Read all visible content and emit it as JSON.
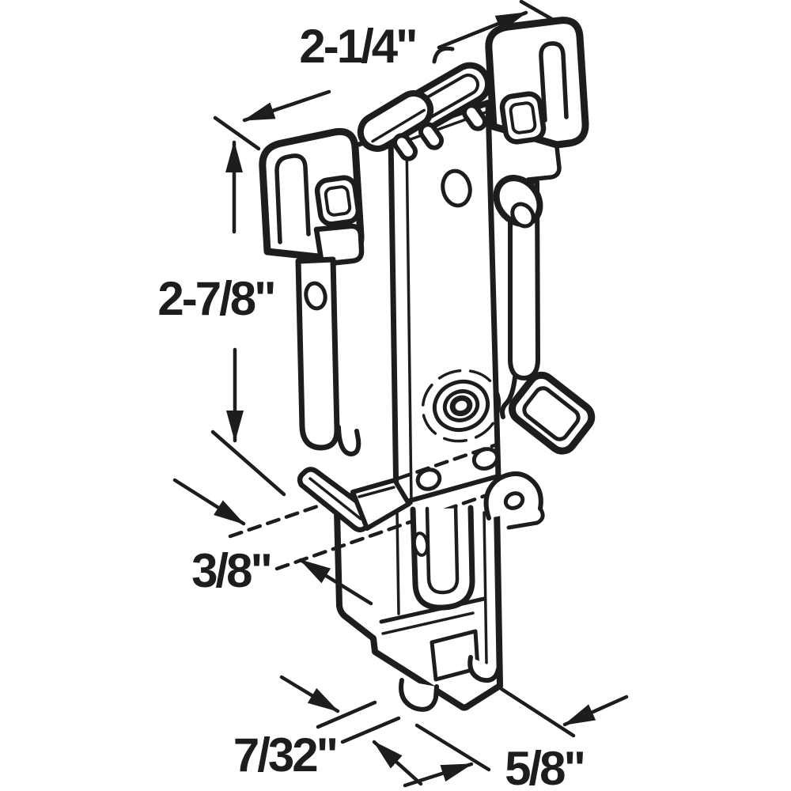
{
  "figure": {
    "background": "#ffffff",
    "ink": "#1d1d1b",
    "subject": "isometric line drawing of a sliding door roller bracket assembly"
  },
  "dimensions": {
    "top_width": "2-1/4\"",
    "left_height": "2-7/8\"",
    "mid_offset": "3/8\"",
    "bottom_left": "7/32\"",
    "bottom_right": "5/8\""
  }
}
